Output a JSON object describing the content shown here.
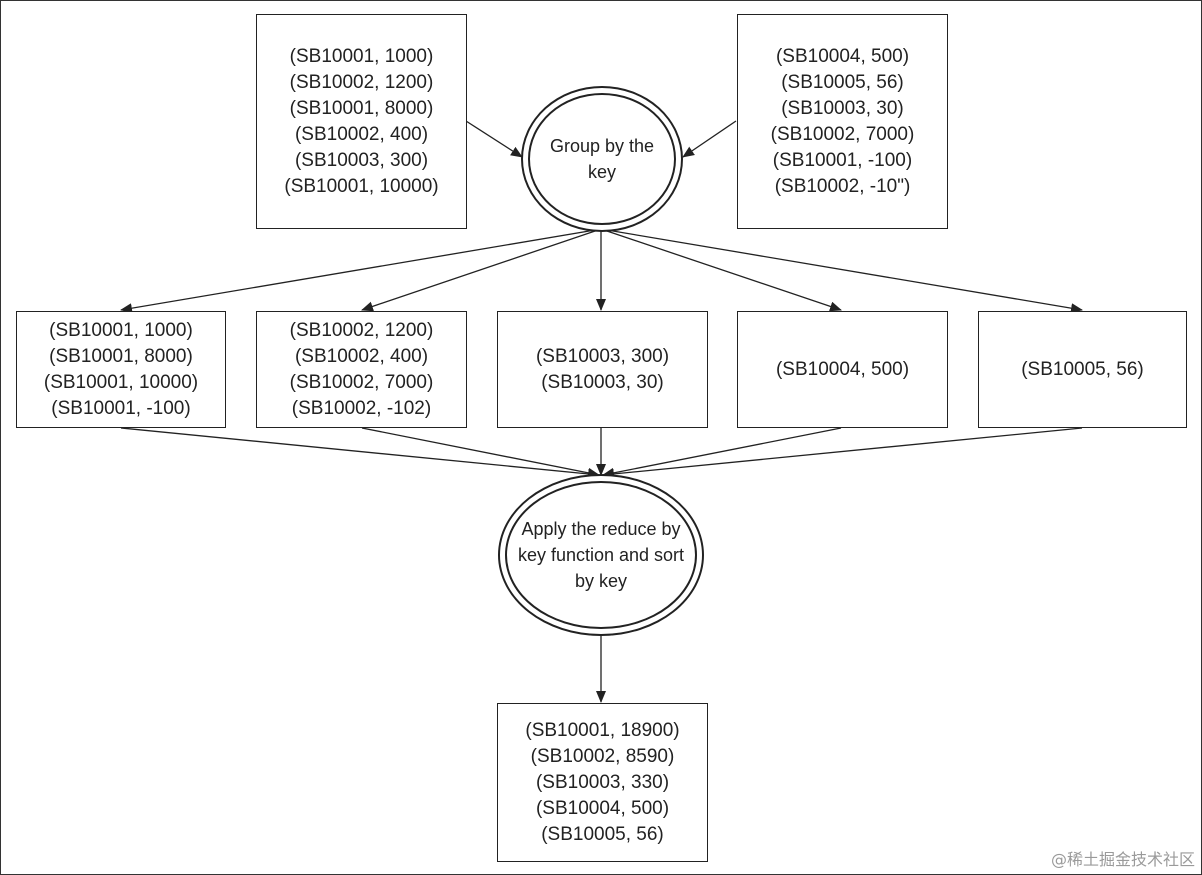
{
  "input_left": [
    "(SB10001, 1000)",
    "(SB10002, 1200)",
    "(SB10001, 8000)",
    "(SB10002, 400)",
    "(SB10003, 300)",
    "(SB10001, 10000)"
  ],
  "input_right": [
    "(SB10004, 500)",
    "(SB10005, 56)",
    "(SB10003, 30)",
    "(SB10002, 7000)",
    "(SB10001, -100)",
    "(SB10002, -10\")"
  ],
  "group_node": "Group by the key",
  "groups": [
    [
      "(SB10001, 1000)",
      "(SB10001, 8000)",
      "(SB10001, 10000)",
      "(SB10001, -100)"
    ],
    [
      "(SB10002, 1200)",
      "(SB10002, 400)",
      "(SB10002, 7000)",
      "(SB10002, -102)"
    ],
    [
      "(SB10003, 300)",
      "(SB10003, 30)"
    ],
    [
      "(SB10004, 500)"
    ],
    [
      "(SB10005, 56)"
    ]
  ],
  "reduce_node": "Apply the reduce by key function and sort by key",
  "output": [
    "(SB10001, 18900)",
    "(SB10002, 8590)",
    "(SB10003, 330)",
    "(SB10004, 500)",
    "(SB10005, 56)"
  ],
  "watermark": "@稀土掘金技术社区"
}
